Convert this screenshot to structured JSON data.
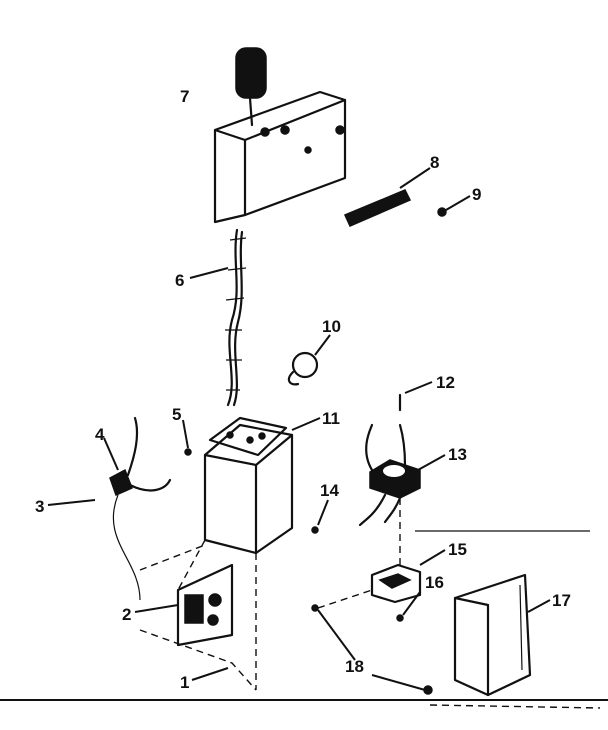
{
  "diagram": {
    "callouts": [
      "1",
      "2",
      "3",
      "4",
      "5",
      "6",
      "7",
      "8",
      "9",
      "10",
      "11",
      "12",
      "13",
      "14",
      "15",
      "16",
      "17",
      "18"
    ]
  },
  "icons": {
    "capacitor": "capacitor-icon",
    "bracket": "mounting-bracket-icon",
    "terminal_strip": "terminal-strip-icon",
    "wire_harness": "wire-harness-icon",
    "switch": "switch-icon",
    "junction_box": "junction-box-icon",
    "relay": "relay-icon",
    "cover_plate": "cover-plate-icon"
  }
}
